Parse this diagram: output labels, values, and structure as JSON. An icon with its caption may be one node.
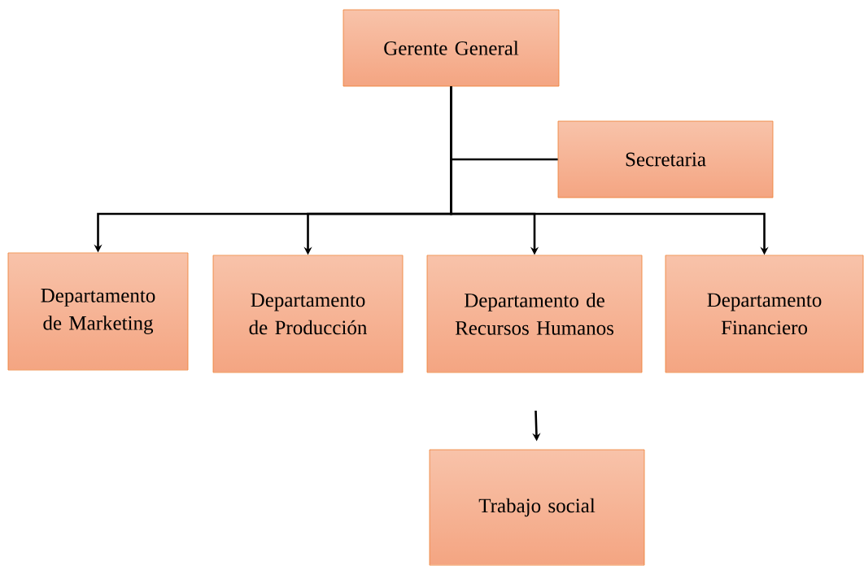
{
  "diagram": {
    "nodes": [
      {
        "text": [
          "Gerente General"
        ]
      },
      {
        "text": [
          "Secretaria"
        ]
      },
      {
        "text": [
          "Departamento de Marketing"
        ]
      },
      {
        "text": [
          "Departamento de Producción"
        ]
      },
      {
        "text": [
          "Departamento de Recursos Humanos"
        ]
      },
      {
        "text": [
          "Departamento Financiero"
        ]
      },
      {
        "text": [
          "Trabajo social"
        ]
      }
    ],
    "edges": [
      {
        "from": 0,
        "to": 1,
        "arrow": "none"
      },
      {
        "from": 0,
        "to": 2,
        "arrow": "to"
      },
      {
        "from": 0,
        "to": 3,
        "arrow": "to"
      },
      {
        "from": 0,
        "to": 4,
        "arrow": "to"
      },
      {
        "from": 0,
        "to": 5,
        "arrow": "to"
      },
      {
        "from": 4,
        "to": 6,
        "arrow": "to"
      }
    ]
  }
}
